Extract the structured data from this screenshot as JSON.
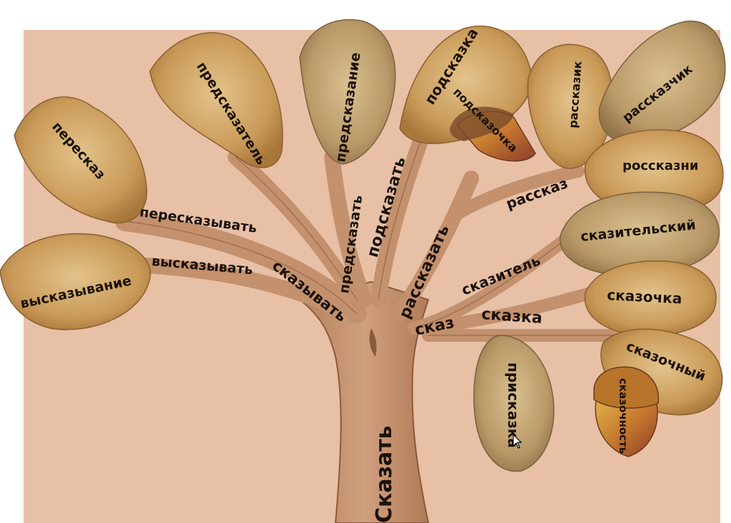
{
  "root": "Сказать",
  "branches": {
    "peresказывать": "пересказывать",
    "vyskazyvat": "высказывать",
    "skazyvat": "сказывать",
    "predskazat": "предсказать",
    "podskazat": "подсказать",
    "rasskazat": "рассказать",
    "skaz": "сказ",
    "skazka": "сказка",
    "skazitel": "сказитель",
    "rasskaz": "рассказ"
  },
  "leaves": {
    "pereskaz": "пересказ",
    "vyskazyvanie": "высказывание",
    "predskazatel": "предсказатель",
    "predskazanie": "предсказание",
    "podskazka": "подсказка",
    "podskazochka": "подсказочка",
    "rasskazik": "рассказик",
    "rasskazchik": "рассказчик",
    "rosskazni": "россказни",
    "skazitelskiy": "сказительский",
    "skazochka": "сказочка",
    "skazochny": "сказочный",
    "priskazka": "присказка",
    "skazochnost": "сказочность"
  },
  "colors": {
    "background": "#e7c0a6",
    "trunk": "#c4916e",
    "bark_line": "#8a5a3c",
    "leaf_light": "#d8b07a",
    "leaf_dark": "#b88645",
    "acorn_cap": "#7a4a2a",
    "acorn_body": "#d59b3a",
    "text": "#1a1108"
  }
}
